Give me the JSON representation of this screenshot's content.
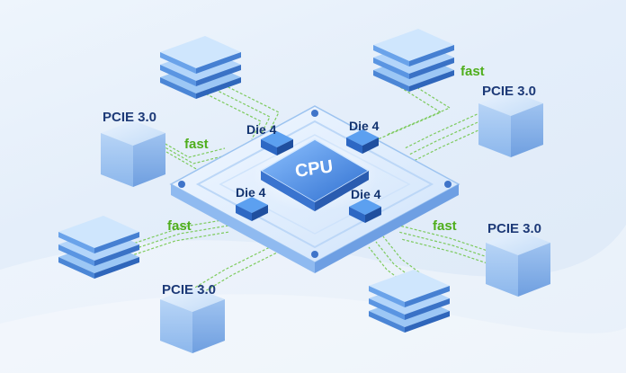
{
  "diagram": {
    "center_label": "CPU",
    "die_labels": [
      "Die 4",
      "Die 4",
      "Die 4",
      "Die 4"
    ],
    "pcie_labels": [
      "PCIE 3.0",
      "PCIE 3.0",
      "PCIE 3.0",
      "PCIE 3.0"
    ],
    "link_labels": [
      "fast",
      "fast",
      "fast",
      "fast"
    ]
  },
  "colors": {
    "link_green": "#4fae1c",
    "label_blue": "#1d3a78",
    "cube_blue": "#9fc6f3",
    "chip_blue": "#3d7fd9"
  }
}
